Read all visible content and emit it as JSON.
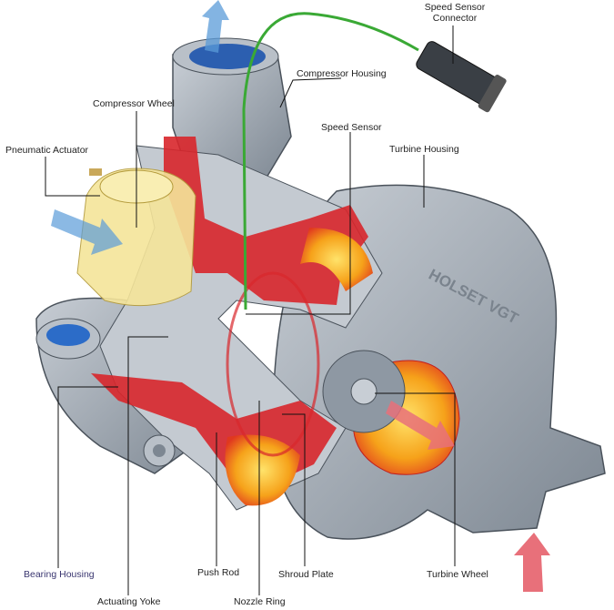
{
  "labels": {
    "speed_sensor_connector_line1": "Speed Sensor",
    "speed_sensor_connector_line2": "Connector",
    "compressor_housing": "Compressor Housing",
    "compressor_wheel": "Compressor Wheel",
    "speed_sensor": "Speed Sensor",
    "turbine_housing": "Turbine Housing",
    "pneumatic_actuator": "Pneumatic Actuator",
    "bearing_housing": "Bearing Housing",
    "actuating_yoke": "Actuating Yoke",
    "push_rod": "Push Rod",
    "nozzle_ring": "Nozzle Ring",
    "shroud_plate": "Shroud Plate",
    "turbine_wheel": "Turbine Wheel"
  },
  "logo_text": "HOLSET VGT",
  "colors": {
    "housing": "#9aa3ad",
    "cutaway": "#d8262b",
    "hot_gas": "#f6b21a",
    "sensor_wire": "#3aa935",
    "intake_arrow": "#5a9bd8",
    "exhaust_arrow": "#e8707a"
  }
}
